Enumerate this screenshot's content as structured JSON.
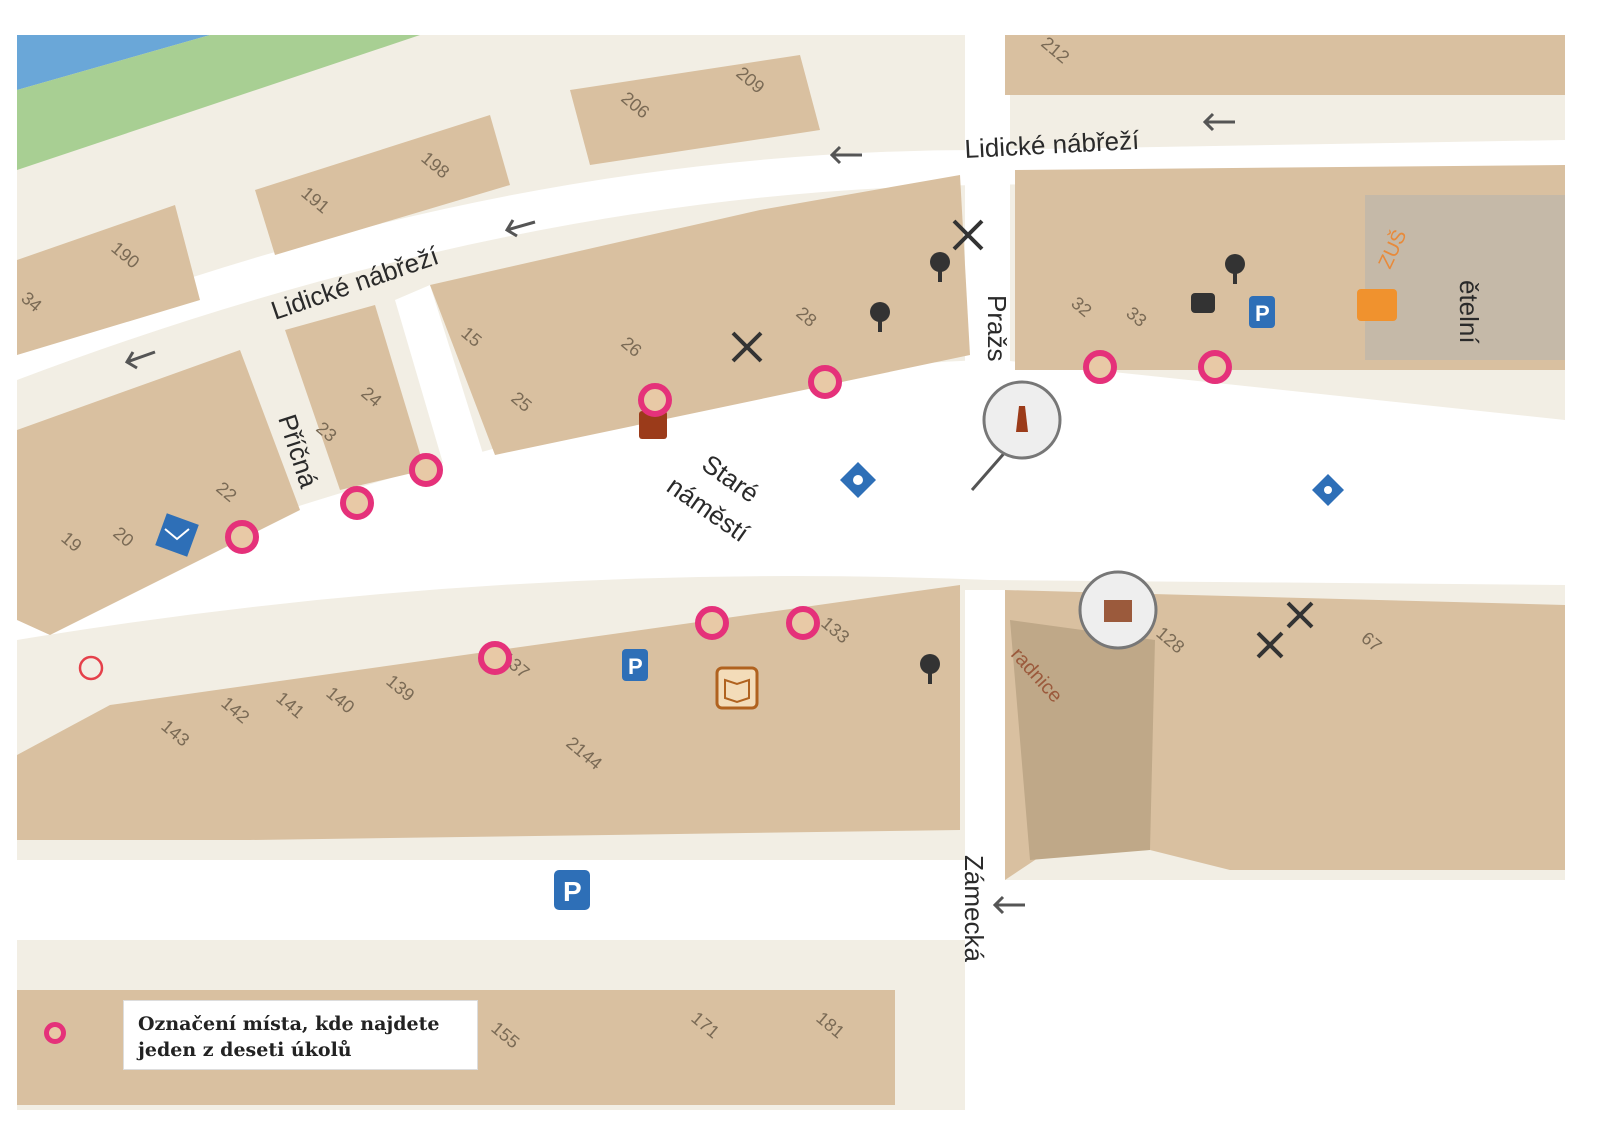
{
  "streets": {
    "lidicke_left": "Lidické nábřeží",
    "lidicke_right": "Lidické nábřeží",
    "pricna": "Příčná",
    "prazska": "Pražs",
    "stare_line1": "Staré",
    "stare_line2": "náměstí",
    "zamecka": "Zámecká",
    "stelni": "ětelní"
  },
  "labels": {
    "radnice": "radnice",
    "zus": "ZUŠ"
  },
  "building_numbers": [
    "212",
    "206",
    "209",
    "198",
    "191",
    "190",
    "34",
    "15",
    "26",
    "25",
    "28",
    "32",
    "33",
    "24",
    "23",
    "22",
    "19",
    "20",
    "137",
    "142",
    "141",
    "140",
    "139",
    "143",
    "2144",
    "133",
    "128",
    "67",
    "155",
    "171",
    "181"
  ],
  "icons": [
    "restaurant-icon",
    "wine-icon",
    "cafe-icon",
    "parking-icon",
    "post-office-icon",
    "library-icon",
    "museum-icon",
    "monument-icon",
    "town-hall-icon",
    "info-icon",
    "school-icon"
  ],
  "legend": {
    "line1": "Označení místa, kde najdete",
    "line2": "jeden z deseti úkolů"
  },
  "colors": {
    "building": "#d9c0a0",
    "road": "#ffffff",
    "ground": "#f2eee4",
    "water": "#6aa7d8",
    "grass": "#a8cf93",
    "marker": "#e5317a"
  }
}
